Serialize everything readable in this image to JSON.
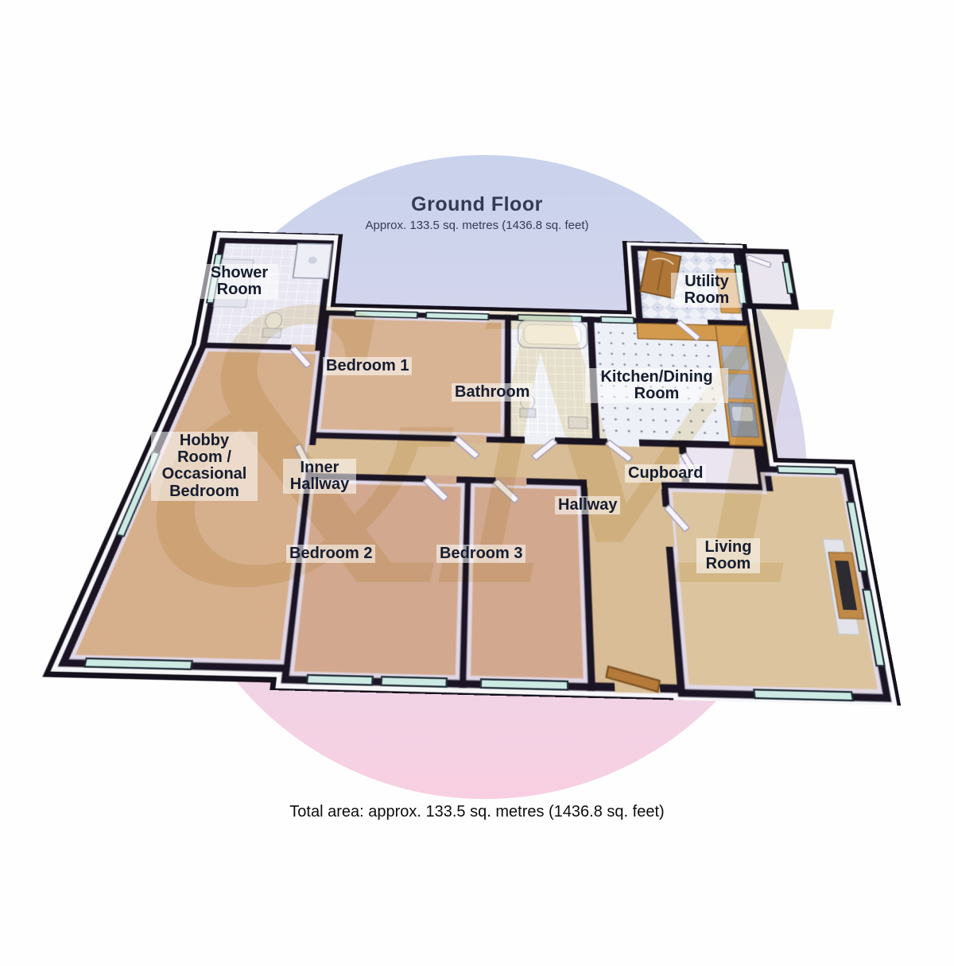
{
  "title": {
    "heading": "Ground Floor",
    "subheading": "Approx. 133.5 sq. metres (1436.8 sq. feet)"
  },
  "rooms": {
    "shower": {
      "label": "Shower\nRoom"
    },
    "utility": {
      "label": "Utility\nRoom"
    },
    "bedroom1": {
      "label": "Bedroom 1"
    },
    "bathroom": {
      "label": "Bathroom"
    },
    "kitchen": {
      "label": "Kitchen/Dining\nRoom"
    },
    "hobby": {
      "label": "Hobby\nRoom /\nOccasional\nBedroom"
    },
    "inner_hallway": {
      "label": "Inner\nHallway"
    },
    "cupboard": {
      "label": "Cupboard"
    },
    "hallway": {
      "label": "Hallway"
    },
    "bedroom2": {
      "label": "Bedroom 2"
    },
    "bedroom3": {
      "label": "Bedroom 3"
    },
    "living": {
      "label": "Living\nRoom"
    }
  },
  "footer": {
    "total_area": "Total area: approx. 133.5 sq. metres (1436.8 sq. feet)"
  },
  "watermark": {
    "glyph": "&M",
    "circle_top_color": "#c9d2ec",
    "circle_bottom_color": "#f9cfe2"
  },
  "palette": {
    "wall": "#1a1424",
    "carpet_tan": "#d6af8c",
    "carpet_rose": "#d2a98e",
    "tile_white": "#eef0f7",
    "counter_wood": "#d39a4e",
    "window_glass": "#cde9e4",
    "label_text": "#161d2f"
  }
}
